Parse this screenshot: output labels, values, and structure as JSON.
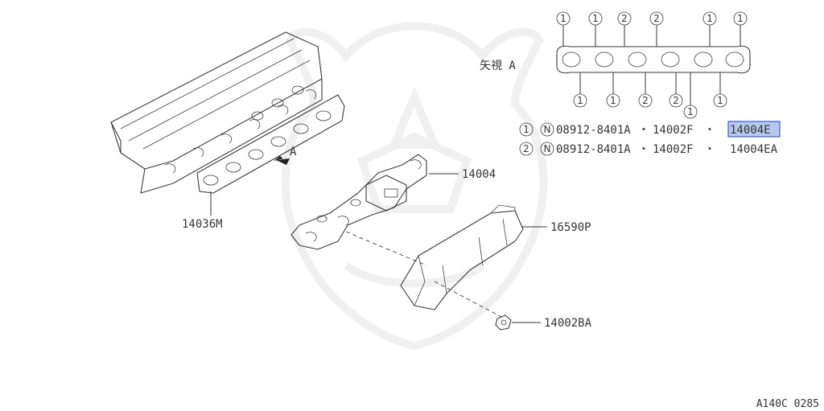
{
  "callouts": {
    "cylinder_head_gasket": "14036M",
    "exhaust_manifold": "14004",
    "heat_insulator": "16590P",
    "bolt": "14002BA"
  },
  "view_arrow_letter": "A",
  "view_label": "矢視 A",
  "gasket_markers_top": [
    "1",
    "1",
    "2",
    "2",
    "1",
    "1"
  ],
  "gasket_markers_bottom": [
    "1",
    "1",
    "2",
    "2",
    "1",
    "1"
  ],
  "legend": [
    {
      "marker": "1",
      "n_mark": "N",
      "part1": "08912-8401A",
      "sep1": "・",
      "part2": "14002F",
      "sep2": "・",
      "part3": "14004E",
      "highlighted": true
    },
    {
      "marker": "2",
      "n_mark": "N",
      "part1": "08912-8401A",
      "sep1": "・",
      "part2": "14002F",
      "sep2": "・",
      "part3": "14004EA",
      "highlighted": false
    }
  ],
  "diagram_code": "A140C 0285",
  "colors": {
    "highlight_fill": "#b6c8ef",
    "highlight_border": "#3b5fc4",
    "line": "#3a3a3a"
  }
}
